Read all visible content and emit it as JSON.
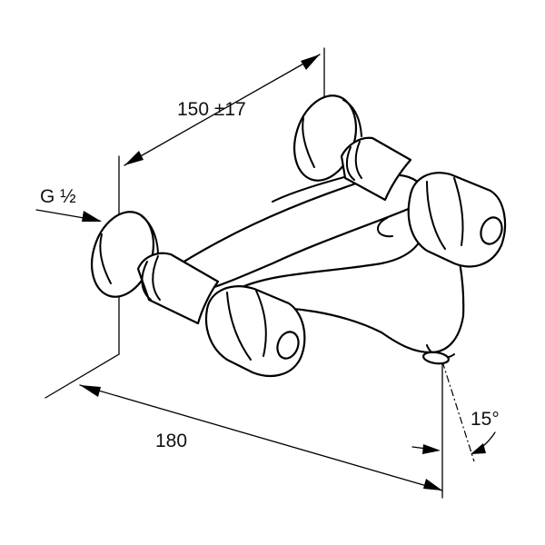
{
  "dimensions": {
    "distance_between_centers": "150 ±17",
    "connection_thread": "G ½",
    "projection": "180",
    "spout_angle": "15°"
  }
}
